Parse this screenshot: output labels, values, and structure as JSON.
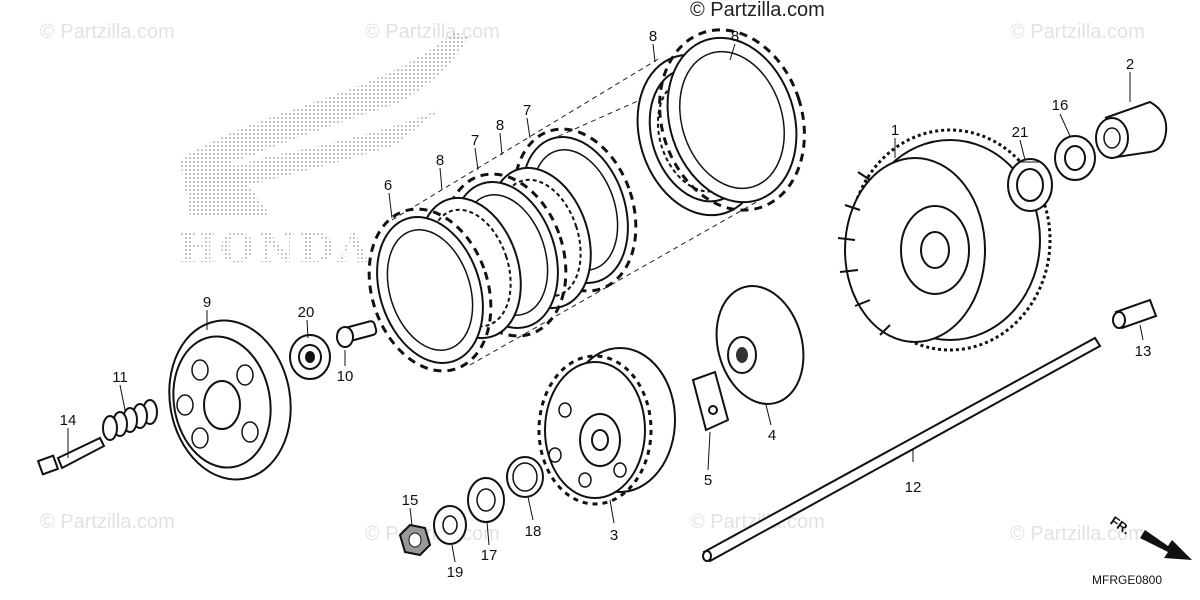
{
  "watermark": "© Partzilla.com",
  "diagram_code": "MFRGE0800",
  "direction_label": "FR.",
  "parts": [
    {
      "id": "1",
      "label": "1"
    },
    {
      "id": "2",
      "label": "2"
    },
    {
      "id": "3",
      "label": "3"
    },
    {
      "id": "4",
      "label": "4"
    },
    {
      "id": "5",
      "label": "5"
    },
    {
      "id": "6",
      "label": "6"
    },
    {
      "id": "7a",
      "label": "7"
    },
    {
      "id": "7b",
      "label": "7"
    },
    {
      "id": "8a",
      "label": "8"
    },
    {
      "id": "8b",
      "label": "8"
    },
    {
      "id": "8c",
      "label": "8"
    },
    {
      "id": "8d",
      "label": "8"
    },
    {
      "id": "9",
      "label": "9"
    },
    {
      "id": "10",
      "label": "10"
    },
    {
      "id": "11",
      "label": "11"
    },
    {
      "id": "12",
      "label": "12"
    },
    {
      "id": "13",
      "label": "13"
    },
    {
      "id": "14",
      "label": "14"
    },
    {
      "id": "15",
      "label": "15"
    },
    {
      "id": "16",
      "label": "16"
    },
    {
      "id": "17",
      "label": "17"
    },
    {
      "id": "18",
      "label": "18"
    },
    {
      "id": "19",
      "label": "19"
    },
    {
      "id": "20",
      "label": "20"
    },
    {
      "id": "21",
      "label": "21"
    }
  ]
}
